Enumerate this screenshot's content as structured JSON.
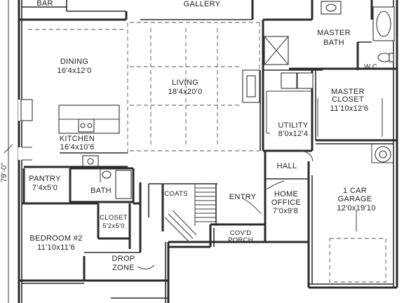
{
  "rooms": {
    "bar": "BAR",
    "gallery": "GALLERY",
    "master_bath": [
      "MASTER",
      "BATH"
    ],
    "dining": [
      "DINING",
      "16'4x12'0"
    ],
    "living": [
      "LIVING",
      "18'4x20'0"
    ],
    "wc": "W.C.",
    "master_closet": [
      "MASTER",
      "CLOSET",
      "11'10x12'6"
    ],
    "utility": [
      "UTILITY",
      "8'0x12'4"
    ],
    "kitchen": [
      "KITCHEN",
      "16'4x10'6"
    ],
    "hall": "HALL",
    "pantry": [
      "PANTRY",
      "7'4x5'0"
    ],
    "bath": "BATH",
    "coats": "COATS",
    "entry": "ENTRY",
    "home_office": [
      "HOME",
      "OFFICE",
      "7'0x9'8"
    ],
    "garage": [
      "1 CAR",
      "GARAGE",
      "12'0x19'10"
    ],
    "closet": [
      "CLOSET",
      "5'2x5'0"
    ],
    "bedroom2": [
      "BEDROOM #2",
      "11'10x11'6"
    ],
    "covd_porch": [
      "COV'D",
      "PORCH"
    ],
    "drop_zone": [
      "DROP",
      "ZONE"
    ]
  },
  "dimensions": {
    "overall_depth": "79'-0\""
  }
}
